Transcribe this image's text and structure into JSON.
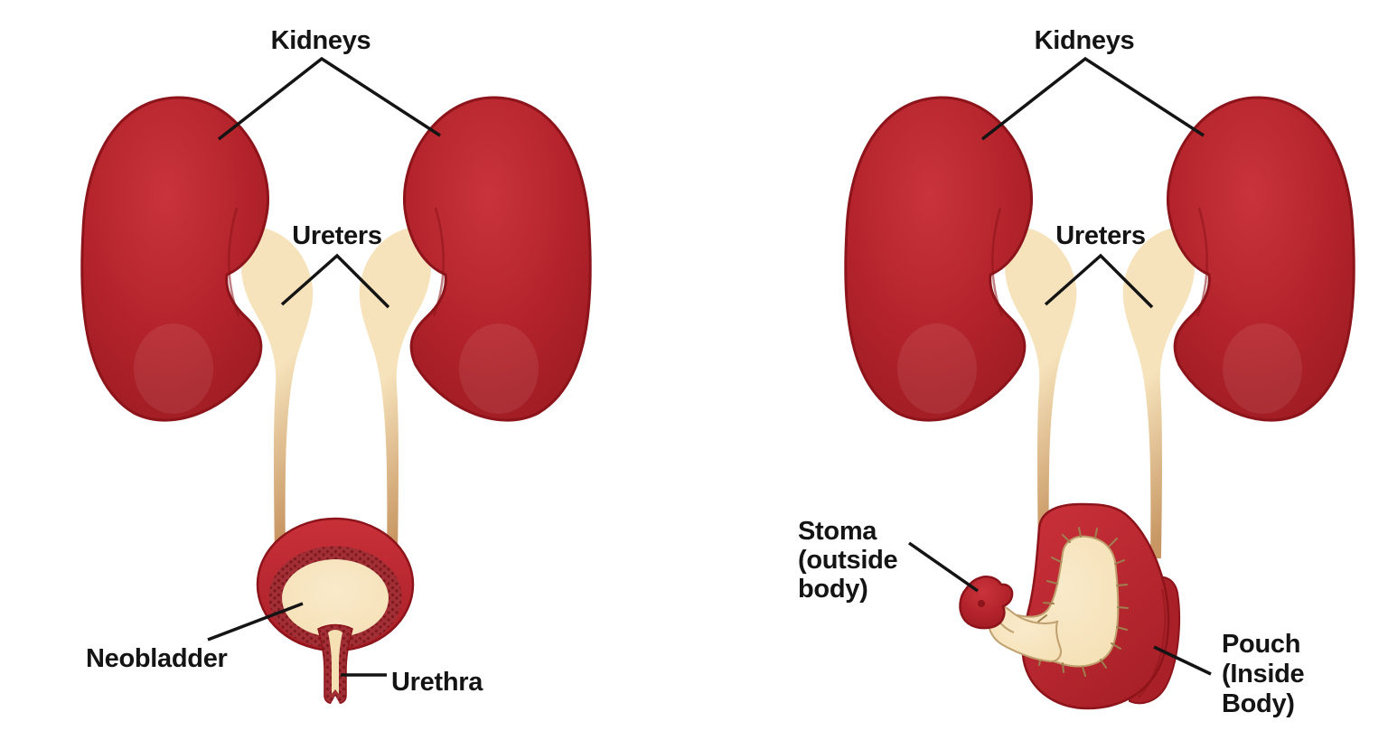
{
  "palette": {
    "ink": "#141414",
    "kidney_bright": "#C9343C",
    "kidney_mid": "#B4232B",
    "kidney_dark": "#9C1B22",
    "kidney_stroke": "#8C141A",
    "ureter_light": "#F6E3BC",
    "ureter_dark": "#C89763",
    "cream": "#F5E0B4",
    "cream_bright": "#F9EACB",
    "wall_red": "#A22F36",
    "wall_dot": "#7E1A20",
    "pouch_bright": "#C93039",
    "pouch_dark": "#A92028",
    "stitch": "#9E8150",
    "channel_edge": "#BFA06E",
    "background": "#FFFFFF"
  },
  "left_diagram": {
    "kidneys_label": "Kidneys",
    "ureters_label": "Ureters",
    "neobladder_label": "Neobladder",
    "urethra_label": "Urethra"
  },
  "right_diagram": {
    "kidneys_label": "Kidneys",
    "ureters_label": "Ureters",
    "stoma_label_lines": [
      "Stoma",
      "(outside",
      "body)"
    ],
    "pouch_label_lines": [
      "Pouch",
      "(Inside",
      "Body)"
    ]
  }
}
